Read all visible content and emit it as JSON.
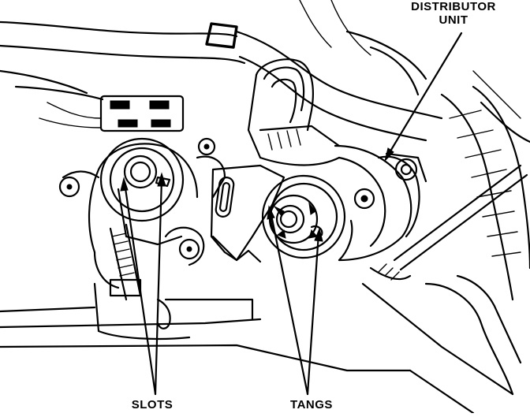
{
  "labels": {
    "distributor_line1": "DISTRIBUTOR",
    "distributor_line2": "UNIT",
    "slots": "SLOTS",
    "tangs": "TANGS"
  },
  "colors": {
    "ink": "#000000",
    "paper": "#ffffff"
  }
}
